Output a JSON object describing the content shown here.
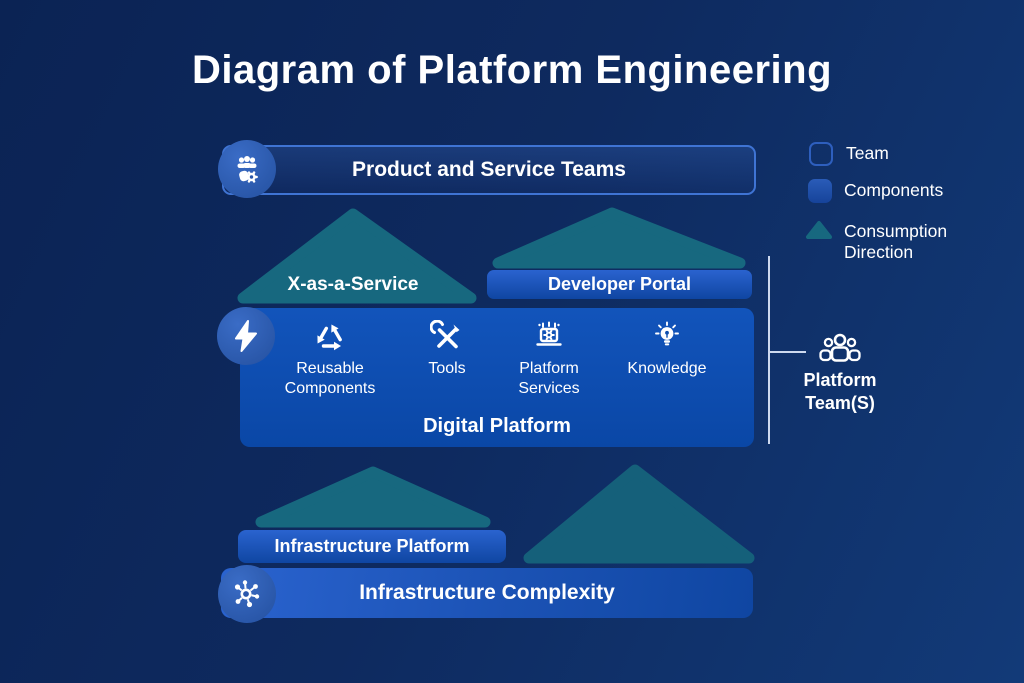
{
  "title": "Diagram of Platform Engineering",
  "nodes": {
    "product_service_teams": "Product and Service Teams",
    "x_as_a_service": "X-as-a-Service",
    "developer_portal": "Developer Portal",
    "digital_platform": "Digital Platform",
    "platform_team": "Platform Team(S)",
    "infrastructure_platform": "Infrastructure Platform",
    "infrastructure_complexity": "Infrastructure Complexity"
  },
  "digital_platform_items": [
    {
      "icon": "recycle-icon",
      "label": "Reusable Components"
    },
    {
      "icon": "tools-icon",
      "label": "Tools"
    },
    {
      "icon": "platform-services-icon",
      "label": "Platform Services"
    },
    {
      "icon": "knowledge-icon",
      "label": "Knowledge"
    }
  ],
  "legend": {
    "items": [
      {
        "swatch": "outlined-box",
        "label": "Team"
      },
      {
        "swatch": "filled-box",
        "label": "Components"
      },
      {
        "swatch": "teal-triangle",
        "label": "Consumption Direction"
      }
    ]
  },
  "colors": {
    "bg_start": "#0b2354",
    "bg_mid": "#0e2a5f",
    "bg_end": "#123a78",
    "teal": "#17687f",
    "teal_dark": "#15607a",
    "dp_top": "#1254bb",
    "dp_bottom": "#0a47a6",
    "dp_mid": "#0e4ead",
    "bar_start": "#2a63cf",
    "bar_end": "#0f46a2",
    "circle_bg": "#2a57ab",
    "outline": "#3f74d4",
    "legend_top": "#2a5cb8",
    "legend_bottom": "#16439a",
    "line": "#cdd9ef",
    "text": "#ffffff"
  }
}
